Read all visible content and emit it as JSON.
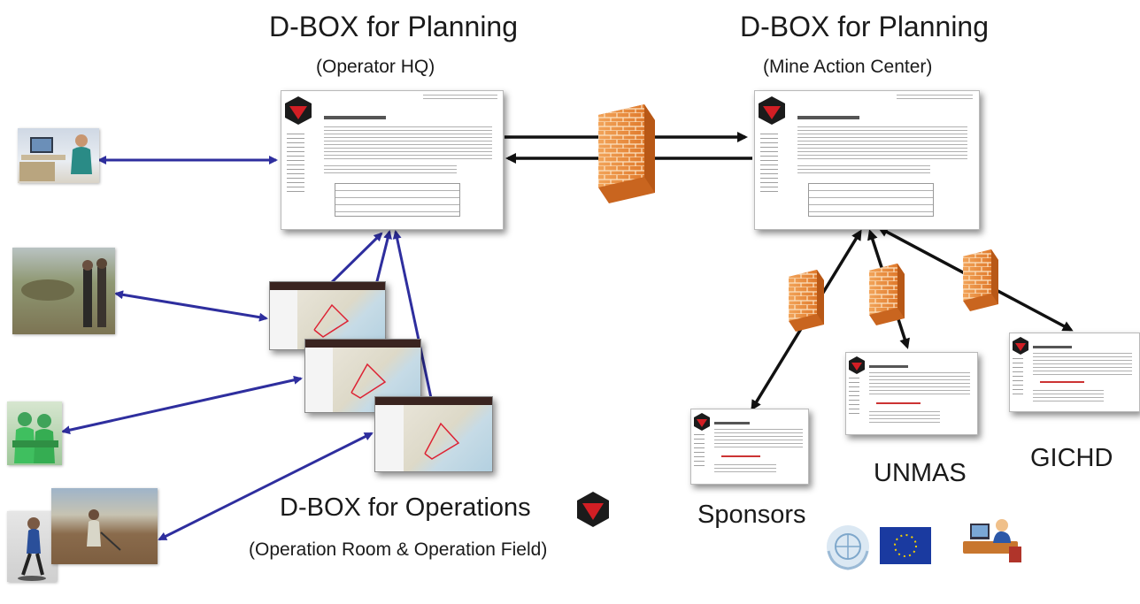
{
  "labels": {
    "planning_hq_title": "D-BOX for Planning",
    "planning_hq_sub": "(Operator HQ)",
    "planning_mac_title": "D-BOX for Planning",
    "planning_mac_sub": "(Mine Action Center)",
    "operations_title": "D-BOX for Operations",
    "operations_sub": "(Operation Room & Operation Field)",
    "sponsors": "Sponsors",
    "unmas": "UNMAS",
    "gichd": "GICHD"
  },
  "colors": {
    "firewall_orange": "#e8873a",
    "firewall_light": "#f6b46a",
    "blue_arrow": "#2e2e9e",
    "black_arrow": "#111111",
    "logo_red": "#d21e24",
    "logo_dark": "#1b1b1b"
  },
  "icons": [
    "dbox-logo-icon",
    "firewall-icon",
    "un-emblem-icon",
    "eu-flag-icon",
    "office-worker-icon"
  ]
}
